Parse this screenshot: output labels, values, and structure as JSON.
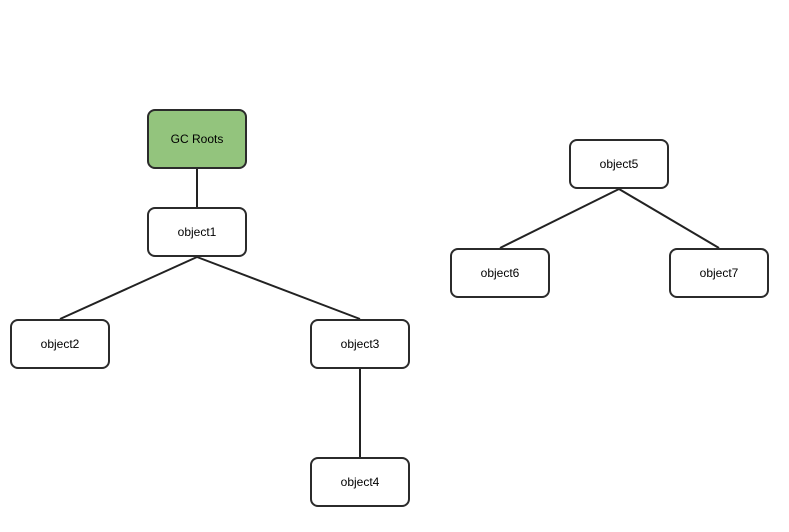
{
  "diagram": {
    "colors": {
      "root_fill": "#93c47d",
      "node_fill": "#ffffff",
      "border": "#2b2b2b",
      "edge": "#222222"
    },
    "nodes": [
      {
        "id": "gc-roots",
        "label": "GC Roots",
        "reachable_from_roots": true
      },
      {
        "id": "object1",
        "label": "object1"
      },
      {
        "id": "object2",
        "label": "object2"
      },
      {
        "id": "object3",
        "label": "object3"
      },
      {
        "id": "object4",
        "label": "object4"
      },
      {
        "id": "object5",
        "label": "object5"
      },
      {
        "id": "object6",
        "label": "object6"
      },
      {
        "id": "object7",
        "label": "object7"
      }
    ],
    "edges": [
      {
        "from": "gc-roots",
        "to": "object1"
      },
      {
        "from": "object1",
        "to": "object2"
      },
      {
        "from": "object1",
        "to": "object3"
      },
      {
        "from": "object3",
        "to": "object4"
      },
      {
        "from": "object5",
        "to": "object6"
      },
      {
        "from": "object5",
        "to": "object7"
      }
    ]
  }
}
